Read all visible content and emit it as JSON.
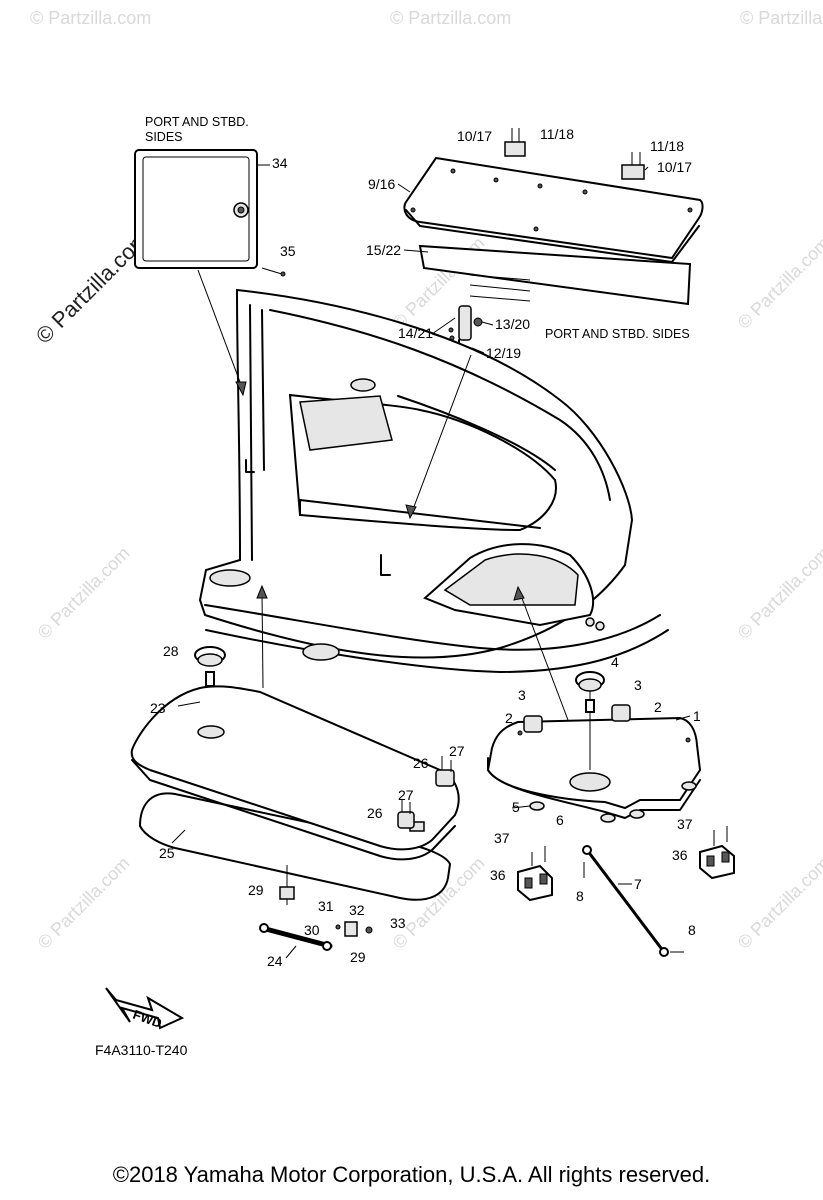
{
  "diagram": {
    "notes": {
      "port_stbd_sides_1": "PORT AND STBD.",
      "port_stbd_sides_2": "SIDES",
      "port_stbd_sides_right": "PORT AND STBD. SIDES"
    },
    "drawing_code": "F4A3110-T240",
    "fwd_label": "FWD",
    "watermark": "© Partzilla.com",
    "callouts": {
      "c1": "1",
      "c2a": "2",
      "c2b": "2",
      "c3a": "3",
      "c3b": "3",
      "c4": "4",
      "c5": "5",
      "c6": "6",
      "c7": "7",
      "c8a": "8",
      "c8b": "8",
      "c9_16": "9/16",
      "c10_17a": "10/17",
      "c10_17b": "10/17",
      "c11_18a": "11/18",
      "c11_18b": "11/18",
      "c12_19": "12/19",
      "c13_20": "13/20",
      "c14_21": "14/21",
      "c15_22": "15/22",
      "c23": "23",
      "c24": "24",
      "c25": "25",
      "c26a": "26",
      "c26b": "26",
      "c27a": "27",
      "c27b": "27",
      "c28": "28",
      "c29a": "29",
      "c29b": "29",
      "c30": "30",
      "c31": "31",
      "c32": "32",
      "c33": "33",
      "c34": "34",
      "c35": "35",
      "c36a": "36",
      "c36b": "36",
      "c37a": "37",
      "c37b": "37"
    }
  },
  "footer": {
    "copyright": "©2018  Yamaha Motor Corporation, U.S.A. All rights reserved."
  }
}
